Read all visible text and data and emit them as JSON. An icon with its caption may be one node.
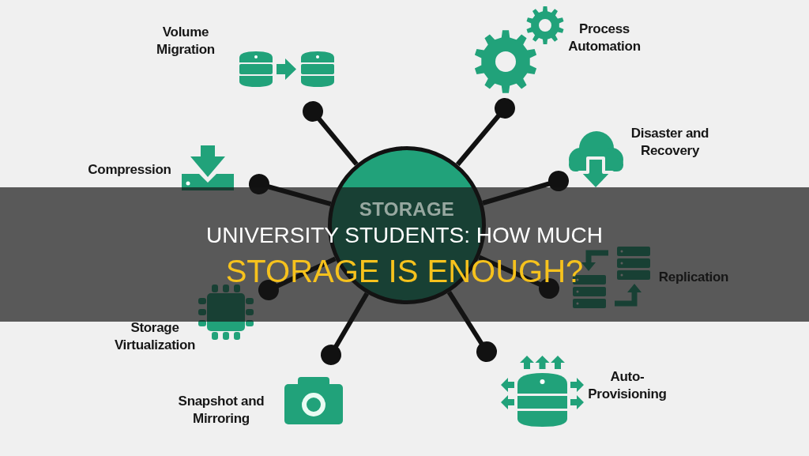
{
  "diagram": {
    "title": "UNIVERSITY STUDENTS: HOW MUCH **STORAGE IS ENOUGH?**",
    "nodes": [
      {
        "text": [
          "STORAGE"
        ]
      },
      {
        "text": [
          "Volume Migration"
        ]
      },
      {
        "text": [
          "Process Automation"
        ]
      },
      {
        "text": [
          "Compression"
        ]
      },
      {
        "text": [
          "Disaster and Recovery"
        ]
      },
      {
        "text": [
          "Storage Virtualization"
        ]
      },
      {
        "text": [
          "Replication"
        ]
      },
      {
        "text": [
          "Snapshot and Mirroring"
        ]
      },
      {
        "text": [
          "Auto-Provisioning"
        ]
      }
    ],
    "edges": [
      {
        "from": 0,
        "to": 1,
        "arrow": "other"
      },
      {
        "from": 0,
        "to": 2,
        "arrow": "other"
      },
      {
        "from": 0,
        "to": 3,
        "arrow": "other"
      },
      {
        "from": 0,
        "to": 4,
        "arrow": "other"
      },
      {
        "from": 0,
        "to": 5,
        "arrow": "other"
      },
      {
        "from": 0,
        "to": 6,
        "arrow": "other"
      },
      {
        "from": 0,
        "to": 7,
        "arrow": "other"
      },
      {
        "from": 0,
        "to": 8,
        "arrow": "other"
      }
    ]
  }
}
